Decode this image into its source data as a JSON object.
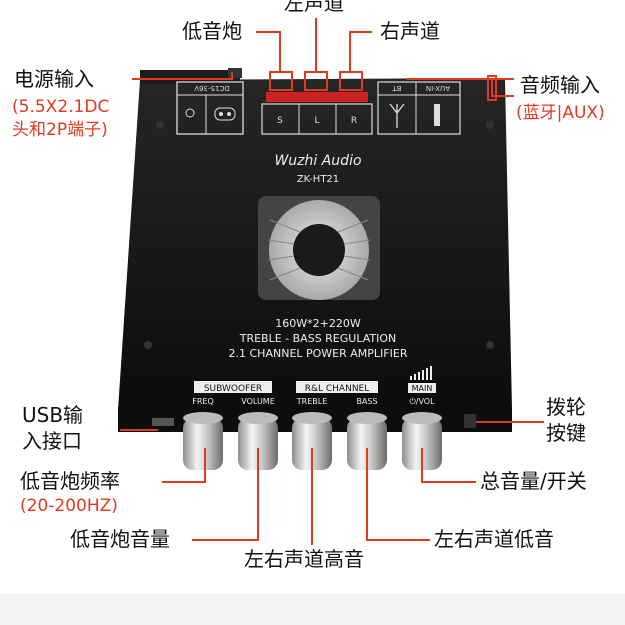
{
  "board": {
    "brand": "Wuzhi Audio",
    "model": "ZK-HT21",
    "power_input": "DC15-36V",
    "bt_label": "BT",
    "aux_label": "AUX-IN",
    "power_spec": "160W*2+220W",
    "regulation": "TREBLE - BASS REGULATION",
    "channel": "2.1 CHANNEL POWER AMPLIFIER",
    "speaker_terminals": [
      "S",
      "L",
      "R"
    ],
    "sections": {
      "subwoofer": "SUBWOOFER",
      "rl_channel": "R&L CHANNEL",
      "main": "MAIN"
    },
    "knob_labels": [
      "FREQ",
      "VOLUME",
      "TREBLE",
      "BASS",
      "⏻/VOL"
    ]
  },
  "callouts": {
    "left_channel": "左声道",
    "subwoofer": "低音炮",
    "right_channel": "右声道",
    "power_input": "电源输入",
    "power_input_note1": "(5.5X2.1DC",
    "power_input_note2": "头和2P端子)",
    "audio_input": "音频输入",
    "audio_input_note": "(蓝牙|AUX)",
    "usb_line1": "USB输",
    "usb_line2": "入接口",
    "toggle_line1": "拨轮",
    "toggle_line2": "按键",
    "sub_freq": "低音炮频率",
    "sub_freq_note": "(20-200HZ)",
    "master": "总音量/开关",
    "sub_volume": "低音炮音量",
    "lr_bass": "左右声道低音",
    "lr_treble": "左右声道高音"
  },
  "colors": {
    "board": "#151515",
    "callout_line": "#e23a1e",
    "note_text": "#e23a1e"
  }
}
